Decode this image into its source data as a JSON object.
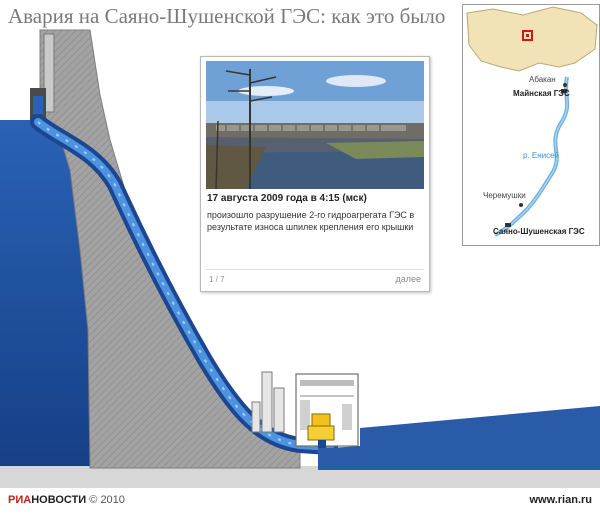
{
  "title": "Авария на Саяно-Шушенской ГЭС: как это было",
  "card": {
    "date": "17 августа 2009 года в 4:15 (мск)",
    "text": "произошло разрушение 2-го гидроагрегата ГЭС в результате износа шпилек крепления его крышки",
    "pager": "1 / 7",
    "next": "далее"
  },
  "map": {
    "labels": {
      "abakan": "Абакан",
      "mainskaya": "Майнская ГЭС",
      "yenisei": "р. Енисей",
      "cheryomushki": "Черемушки",
      "sayano": "Саяно-Шушенская ГЭС"
    }
  },
  "footer": {
    "logo_ria": "РИА",
    "logo_novosti": "НОВОСТИ",
    "copyright": "© 2010",
    "url": "www.rian.ru"
  },
  "colors": {
    "water_dark": "#1f4f9c",
    "water_light": "#3c7fd0",
    "dam_gray": "#9e9e9e",
    "russia_fill": "#f1e3b6",
    "marker_red": "#cc1a1a",
    "river_blue": "#6aaee0"
  }
}
